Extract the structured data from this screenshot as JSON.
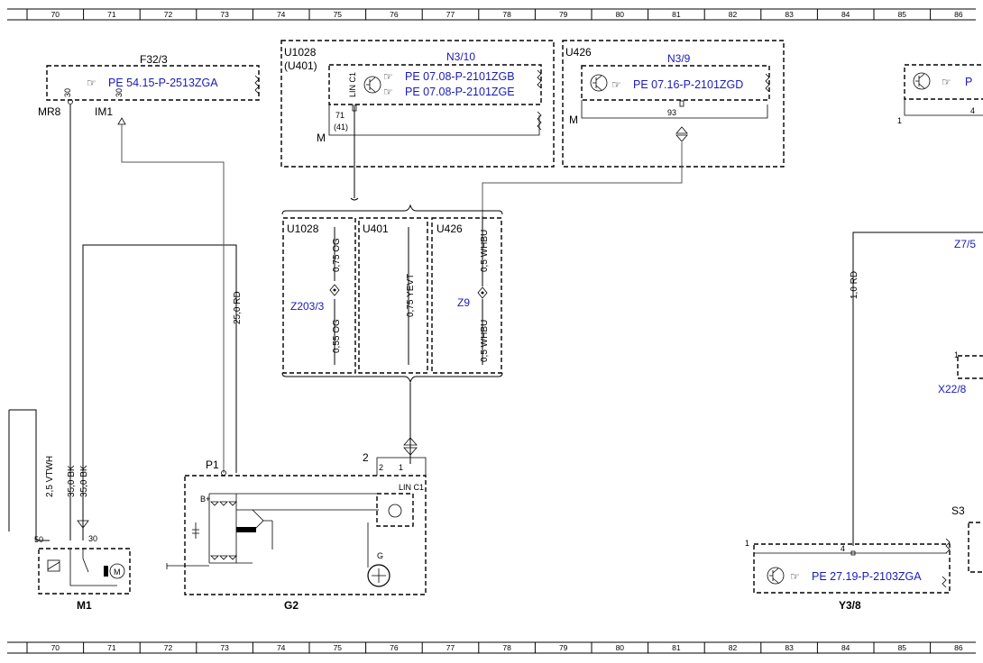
{
  "columns": [
    "70",
    "71",
    "72",
    "73",
    "74",
    "75",
    "76",
    "77",
    "78",
    "79",
    "80",
    "81",
    "82",
    "83",
    "84",
    "85",
    "86"
  ],
  "components": {
    "f32_3": {
      "name": "F32/3",
      "ref": "PE 54.15-P-2513ZGA",
      "pin": "30",
      "wire_label": "MR8",
      "im1": "IM1",
      "pin_im": "30"
    },
    "u1028_top": {
      "name": "U1028",
      "alt": "(U401)",
      "module": "N3/10",
      "ref1": "PE 07.08-P-2101ZGB",
      "ref2": "PE 07.08-P-2101ZGE",
      "lin": "LIN C1",
      "pin1": "71",
      "pin2": "(41)",
      "ground": "M"
    },
    "u426_top": {
      "name": "U426",
      "module": "N3/9",
      "ref": "PE 07.16-P-2101ZGD",
      "pin": "93",
      "ground": "M"
    },
    "right_top": {
      "ref": "P",
      "pin": "1",
      "pin_right": "4"
    },
    "conn_u1028": {
      "name": "U1028",
      "wire_top": "0,75 OG",
      "splice": "Z203/3",
      "wire_bottom": "0,55 OG"
    },
    "conn_u401": {
      "name": "U401",
      "wire": "0,75 YEVT"
    },
    "conn_u426": {
      "name": "U426",
      "wire_top": "0,5 WHBU",
      "splice": "Z9",
      "wire_bottom": "0,5 WHBU"
    },
    "z7": {
      "name": "Z7/5"
    },
    "x22_8": {
      "name": "X22/8",
      "pin": "1"
    },
    "s3": {
      "name": "S3"
    },
    "wire_rd_right": {
      "label": "1,0 RD"
    },
    "wire_rd_main": {
      "label": "25,0 RD"
    },
    "m1": {
      "name": "M1",
      "wire_vtwh": "2,5 VTWH",
      "wire_bk1": "35,0 BK",
      "wire_bk2": "35,0 BK",
      "pin50": "50",
      "pin30": "30",
      "motor": "M"
    },
    "g2": {
      "name": "G2",
      "p1": "P1",
      "pin2": "2",
      "pin_a": "2",
      "pin_b": "1",
      "lin": "LIN C1",
      "bplus": "B+",
      "gen": "G"
    },
    "y3_8": {
      "name": "Y3/8",
      "ref": "PE 27.19-P-2103ZGA",
      "pin1": "1",
      "pin4": "4"
    }
  }
}
